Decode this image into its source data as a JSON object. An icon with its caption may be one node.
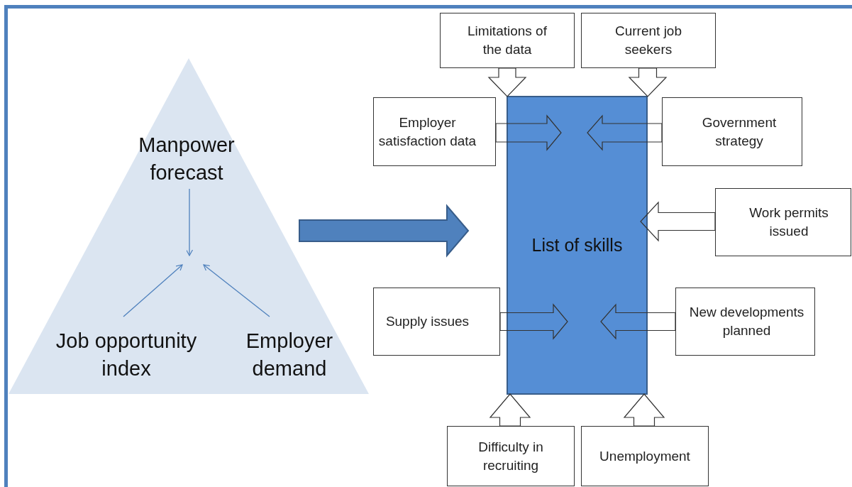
{
  "diagram": {
    "nodes": [
      {
        "text": [],
        "shape": "triangle"
      },
      {
        "text": [
          "Manpower forecast"
        ],
        "in": 0
      },
      {
        "text": [
          "Job opportunity index"
        ],
        "in": 0
      },
      {
        "text": [
          "Employer demand"
        ],
        "in": 0
      },
      {
        "text": [
          "List of skills"
        ]
      },
      {
        "text": [
          "Limitations of the data"
        ]
      },
      {
        "text": [
          "Current job seekers"
        ]
      },
      {
        "text": [
          "Employer satisfaction data"
        ]
      },
      {
        "text": [
          "Government strategy"
        ]
      },
      {
        "text": [
          "Work permits issued"
        ]
      },
      {
        "text": [
          "Supply issues"
        ]
      },
      {
        "text": [
          "New developments planned"
        ]
      },
      {
        "text": [
          "Difficulty in recruiting"
        ]
      },
      {
        "text": [
          "Unemployment"
        ]
      }
    ],
    "edges": [
      {
        "from": 0,
        "to": 4,
        "arrow": "to",
        "style": "thick",
        "color": "#4f81bd"
      },
      {
        "from": 1,
        "to": null,
        "arrow": "to",
        "color": "#4f81bd"
      },
      {
        "from": 2,
        "to": null,
        "arrow": "to",
        "color": "#4f81bd"
      },
      {
        "from": 3,
        "to": null,
        "arrow": "to",
        "color": "#4f81bd"
      },
      {
        "from": 5,
        "to": 4,
        "arrow": "to",
        "style": "thick"
      },
      {
        "from": 6,
        "to": 4,
        "arrow": "to",
        "style": "thick"
      },
      {
        "from": 7,
        "to": 4,
        "arrow": "to",
        "style": "thick"
      },
      {
        "from": 8,
        "to": 4,
        "arrow": "to",
        "style": "thick"
      },
      {
        "from": 9,
        "to": 4,
        "arrow": "to",
        "style": "thick"
      },
      {
        "from": 10,
        "to": 4,
        "arrow": "to",
        "style": "thick"
      },
      {
        "from": 11,
        "to": 4,
        "arrow": "to",
        "style": "thick"
      },
      {
        "from": 12,
        "to": 4,
        "arrow": "to",
        "style": "thick"
      },
      {
        "from": 13,
        "to": 4,
        "arrow": "to",
        "style": "thick"
      }
    ]
  }
}
